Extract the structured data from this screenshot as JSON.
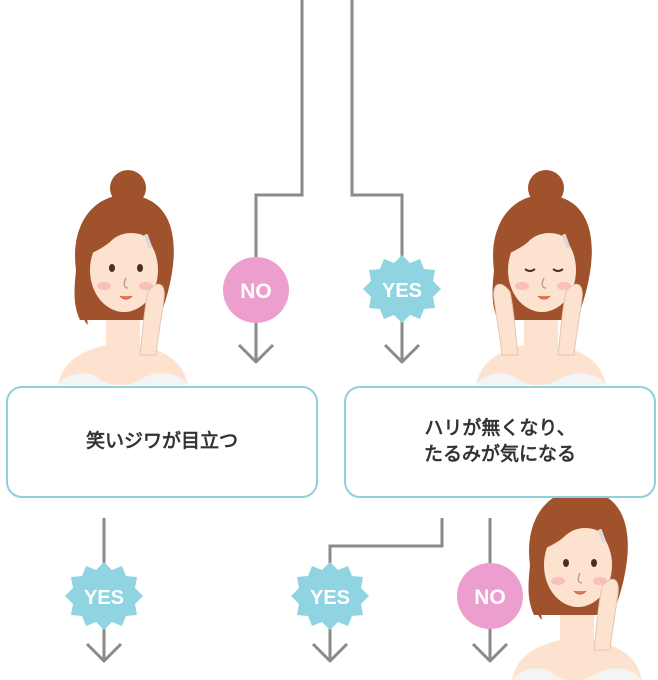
{
  "question_left": "笑いジワが目立つ",
  "question_right_line1": "ハリが無くなり、",
  "question_right_line2": "たるみが気になる",
  "badges": {
    "no_top": "NO",
    "yes_top": "YES",
    "yes_bottom_left": "YES",
    "yes_bottom_middle": "YES",
    "no_bottom_right": "NO"
  },
  "colors": {
    "line": "#8a8a8a",
    "yes_badge": "#8fd4e0",
    "no_badge": "#ec9fce",
    "box_border": "#8fd0dc",
    "hair": "#a0522d",
    "skin": "#fde3cf"
  }
}
